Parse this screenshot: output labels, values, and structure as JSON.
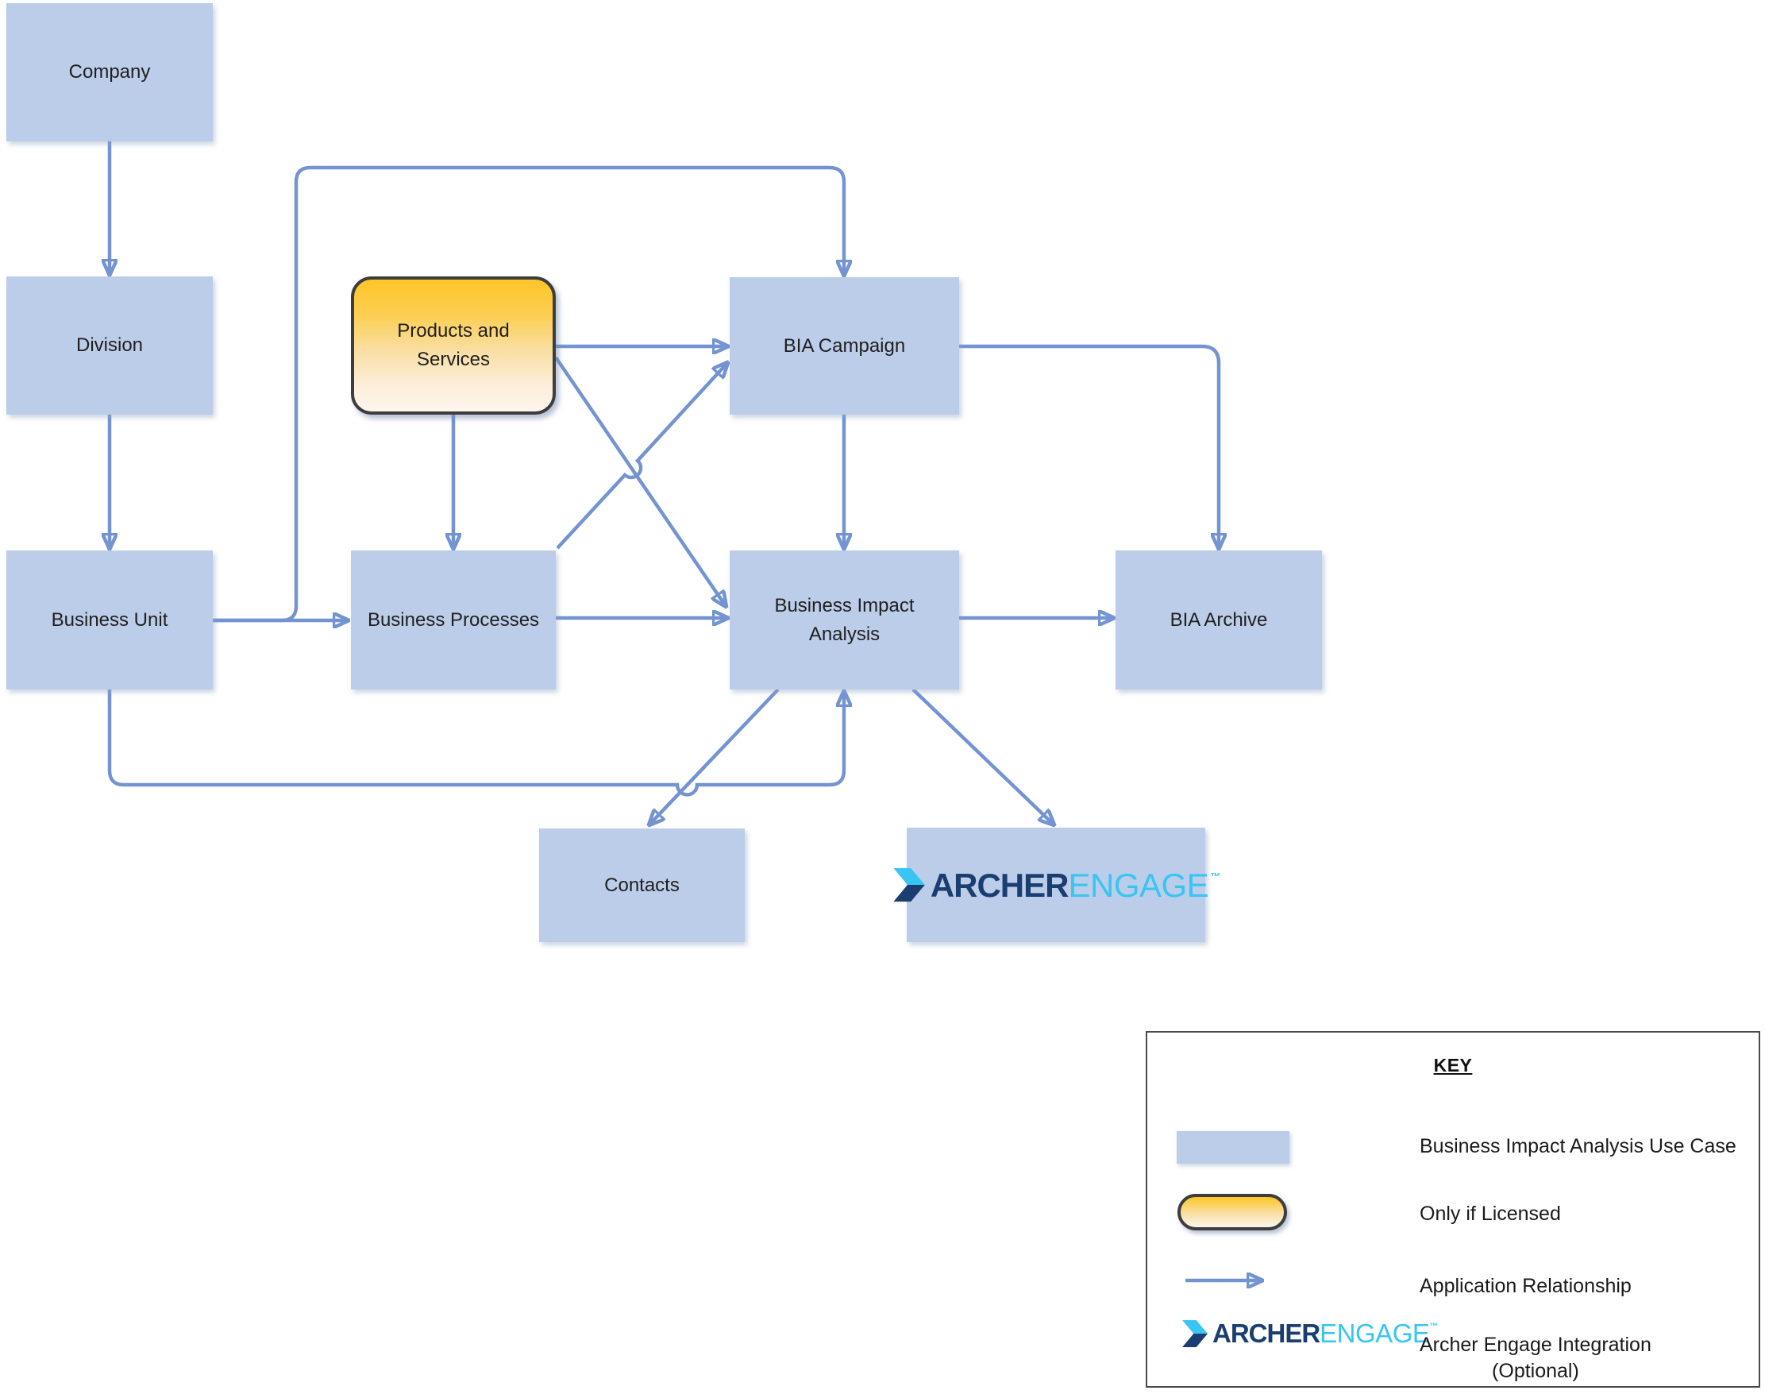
{
  "diagram": {
    "nodes": [
      {
        "id": "company",
        "label": "Company",
        "type": "use-case"
      },
      {
        "id": "division",
        "label": "Division",
        "type": "use-case"
      },
      {
        "id": "business-unit",
        "label": "Business Unit",
        "type": "use-case"
      },
      {
        "id": "products-and-services",
        "label": "Products and Services",
        "type": "only-if-licensed"
      },
      {
        "id": "business-processes",
        "label": "Business Processes",
        "type": "use-case"
      },
      {
        "id": "bia-campaign",
        "label": "BIA Campaign",
        "type": "use-case"
      },
      {
        "id": "business-impact-analysis",
        "label": "Business Impact Analysis",
        "type": "use-case"
      },
      {
        "id": "bia-archive",
        "label": "BIA Archive",
        "type": "use-case"
      },
      {
        "id": "contacts",
        "label": "Contacts",
        "type": "use-case"
      },
      {
        "id": "archer-engage",
        "label": "Archer Engage",
        "type": "archer-engage-integration"
      }
    ],
    "edges": [
      {
        "from": "company",
        "to": "division"
      },
      {
        "from": "division",
        "to": "business-unit"
      },
      {
        "from": "business-unit",
        "to": "business-processes"
      },
      {
        "from": "business-unit",
        "to": "bia-campaign"
      },
      {
        "from": "business-unit",
        "to": "business-impact-analysis"
      },
      {
        "from": "products-and-services",
        "to": "business-processes"
      },
      {
        "from": "products-and-services",
        "to": "bia-campaign"
      },
      {
        "from": "products-and-services",
        "to": "business-impact-analysis"
      },
      {
        "from": "business-processes",
        "to": "bia-campaign"
      },
      {
        "from": "business-processes",
        "to": "business-impact-analysis"
      },
      {
        "from": "bia-campaign",
        "to": "business-impact-analysis"
      },
      {
        "from": "bia-campaign",
        "to": "bia-archive"
      },
      {
        "from": "business-impact-analysis",
        "to": "bia-archive"
      },
      {
        "from": "business-impact-analysis",
        "to": "contacts"
      },
      {
        "from": "business-impact-analysis",
        "to": "archer-engage"
      }
    ]
  },
  "logo": {
    "archer": "ARCHER",
    "engage": "ENGAGE",
    "tm": "™"
  },
  "key": {
    "title": "KEY",
    "items": [
      {
        "label": "Business Impact Analysis Use Case",
        "symbol": "blue-rectangle"
      },
      {
        "label": "Only if Licensed",
        "symbol": "orange-pill"
      },
      {
        "label": "Application Relationship",
        "symbol": "blue-arrow"
      },
      {
        "label": "Archer Engage Integration",
        "label2": "(Optional)",
        "symbol": "archer-engage-logo"
      }
    ]
  },
  "colors": {
    "node_fill": "#bccde9",
    "connector": "#7394d1",
    "licensed_gradient_top": "#ffc527",
    "licensed_gradient_bottom": "#fdf5ec",
    "licensed_border": "#3d3d3d",
    "archer_navy": "#1b3e70",
    "archer_cyan": "#38c5f2"
  }
}
